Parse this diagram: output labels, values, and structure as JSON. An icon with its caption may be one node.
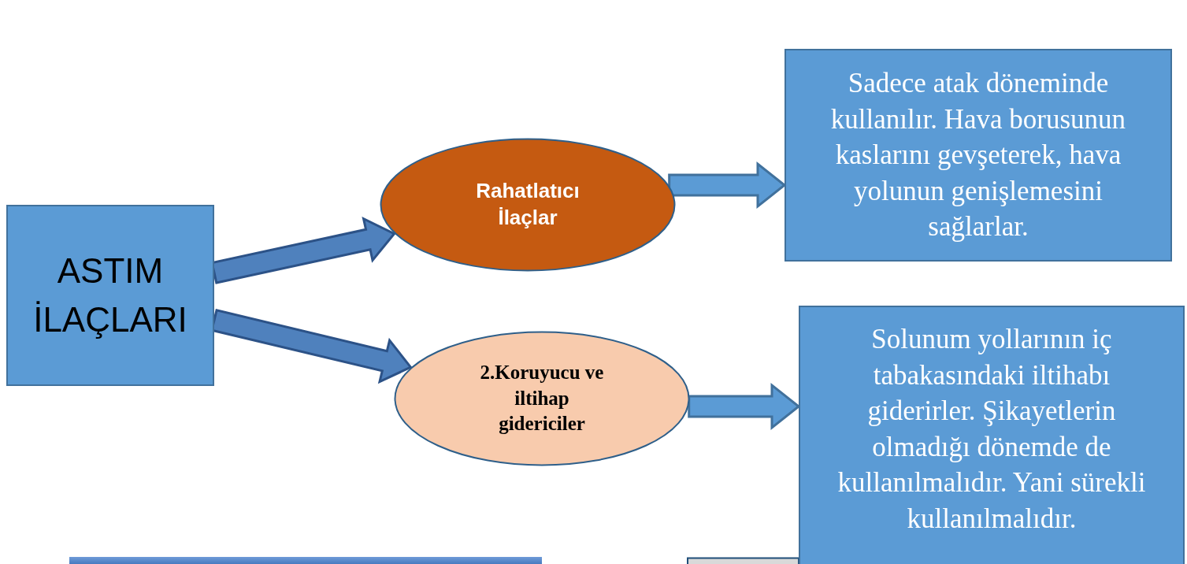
{
  "diagram": {
    "nodes": [
      {
        "text": [
          "ASTIM İLAÇLARI"
        ]
      },
      {
        "text": [
          "Rahatlatıcı İlaçlar"
        ]
      },
      {
        "text": [
          "2.Koruyucu ve iltihap gidericiler"
        ]
      },
      {
        "text": [
          "Sadece atak döneminde kullanılır. Hava borusunun kaslarını gevşeterek,  hava yolunun genişlemesini sağlarlar."
        ]
      },
      {
        "text": [
          "Solunum yollarının iç tabakasındaki iltihabı giderirler. Şikayetlerin olmadığı dönemde de kullanılmalıdır. Yani sürekli kullanılmalıdır."
        ]
      }
    ],
    "edges": [
      {
        "from": 0,
        "to": 1,
        "arrow": "to"
      },
      {
        "from": 0,
        "to": 2,
        "arrow": "to"
      },
      {
        "from": 1,
        "to": 3,
        "arrow": "to"
      },
      {
        "from": 2,
        "to": 4,
        "arrow": "to"
      }
    ]
  }
}
